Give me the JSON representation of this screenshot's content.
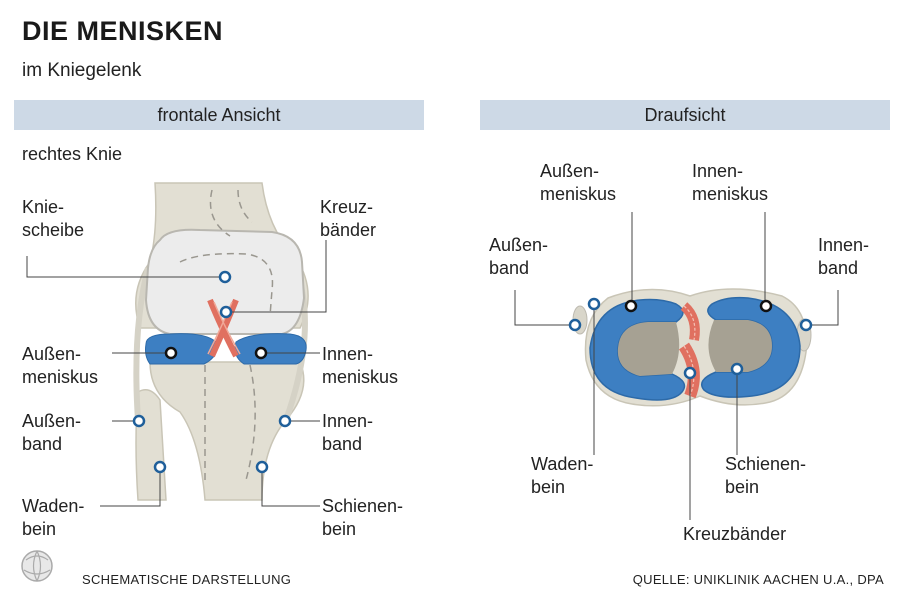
{
  "header": {
    "title": "DIE MENISKEN",
    "subtitle": "im Kniegelenk"
  },
  "panels": {
    "front": {
      "heading": "frontale Ansicht",
      "side_label": "rechtes Knie",
      "labels": {
        "kniescheibe": [
          "Knie-",
          "scheibe"
        ],
        "kreuzbaender": [
          "Kreuz-",
          "bänder"
        ],
        "aussenmeniskus": [
          "Außen-",
          "meniskus"
        ],
        "innenmeniskus": [
          "Innen-",
          "meniskus"
        ],
        "aussenband": [
          "Außen-",
          "band"
        ],
        "innenband": [
          "Innen-",
          "band"
        ],
        "wadenbein": [
          "Waden-",
          "bein"
        ],
        "schienenbein": [
          "Schienen-",
          "bein"
        ]
      }
    },
    "top": {
      "heading": "Draufsicht",
      "labels": {
        "aussenmeniskus": [
          "Außen-",
          "meniskus"
        ],
        "innenmeniskus": [
          "Innen-",
          "meniskus"
        ],
        "aussenband": [
          "Außen-",
          "band"
        ],
        "innenband": [
          "Innen-",
          "band"
        ],
        "wadenbein": [
          "Waden-",
          "bein"
        ],
        "schienenbein": [
          "Schienen-",
          "bein"
        ],
        "kreuzbaender": "Kreuzbänder"
      }
    }
  },
  "footer": {
    "note": "SCHEMATISCHE DARSTELLUNG",
    "source": "QUELLE: UNIKLINIK AACHEN U.A., DPA"
  },
  "colors": {
    "meniscus": "#3d7fc2",
    "bone": "#e2dfd3",
    "cartilage": "#ececec",
    "ligament": "#e07060",
    "header_bar": "#cdd9e6"
  },
  "icons": {
    "logo": "globe-icon"
  }
}
